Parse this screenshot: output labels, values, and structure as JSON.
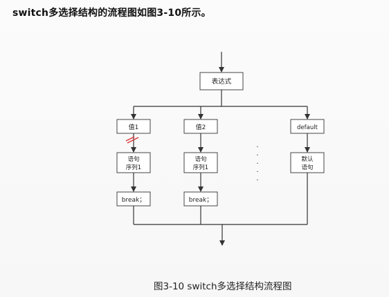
{
  "intro_text": "switch多选择结构的流程图如图3-10所示。",
  "diagram": {
    "expr_box": "表达式",
    "cases": [
      {
        "value": "值1",
        "statement_lines": [
          "语句",
          "序列1"
        ],
        "break": "break；"
      },
      {
        "value": "值2",
        "statement_lines": [
          "语句",
          "序列1"
        ],
        "break": "break；"
      }
    ],
    "default_case": {
      "value": "default",
      "statement_lines": [
        "默认",
        "语句"
      ]
    },
    "ellipsis": "·"
  },
  "caption": "图3-10 switch多选择结构流程图"
}
